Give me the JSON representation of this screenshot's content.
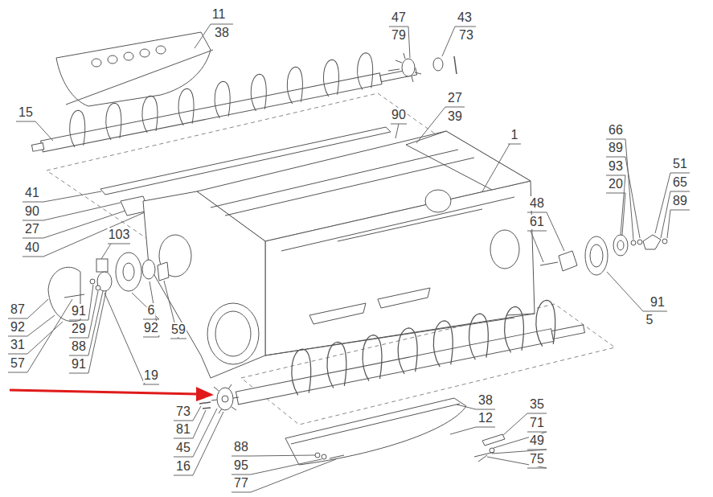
{
  "diagram": {
    "labels": [
      "11",
      "38",
      "47",
      "79",
      "43",
      "73",
      "15",
      "90",
      "27",
      "39",
      "1",
      "41",
      "90",
      "27",
      "40",
      "103",
      "66",
      "89",
      "93",
      "20",
      "51",
      "65",
      "89",
      "48",
      "61",
      "91",
      "5",
      "87",
      "92",
      "31",
      "57",
      "91",
      "29",
      "88",
      "91",
      "6",
      "92",
      "59",
      "19",
      "73",
      "81",
      "45",
      "16",
      "38",
      "12",
      "35",
      "71",
      "49",
      "75",
      "88",
      "95",
      "77"
    ]
  }
}
